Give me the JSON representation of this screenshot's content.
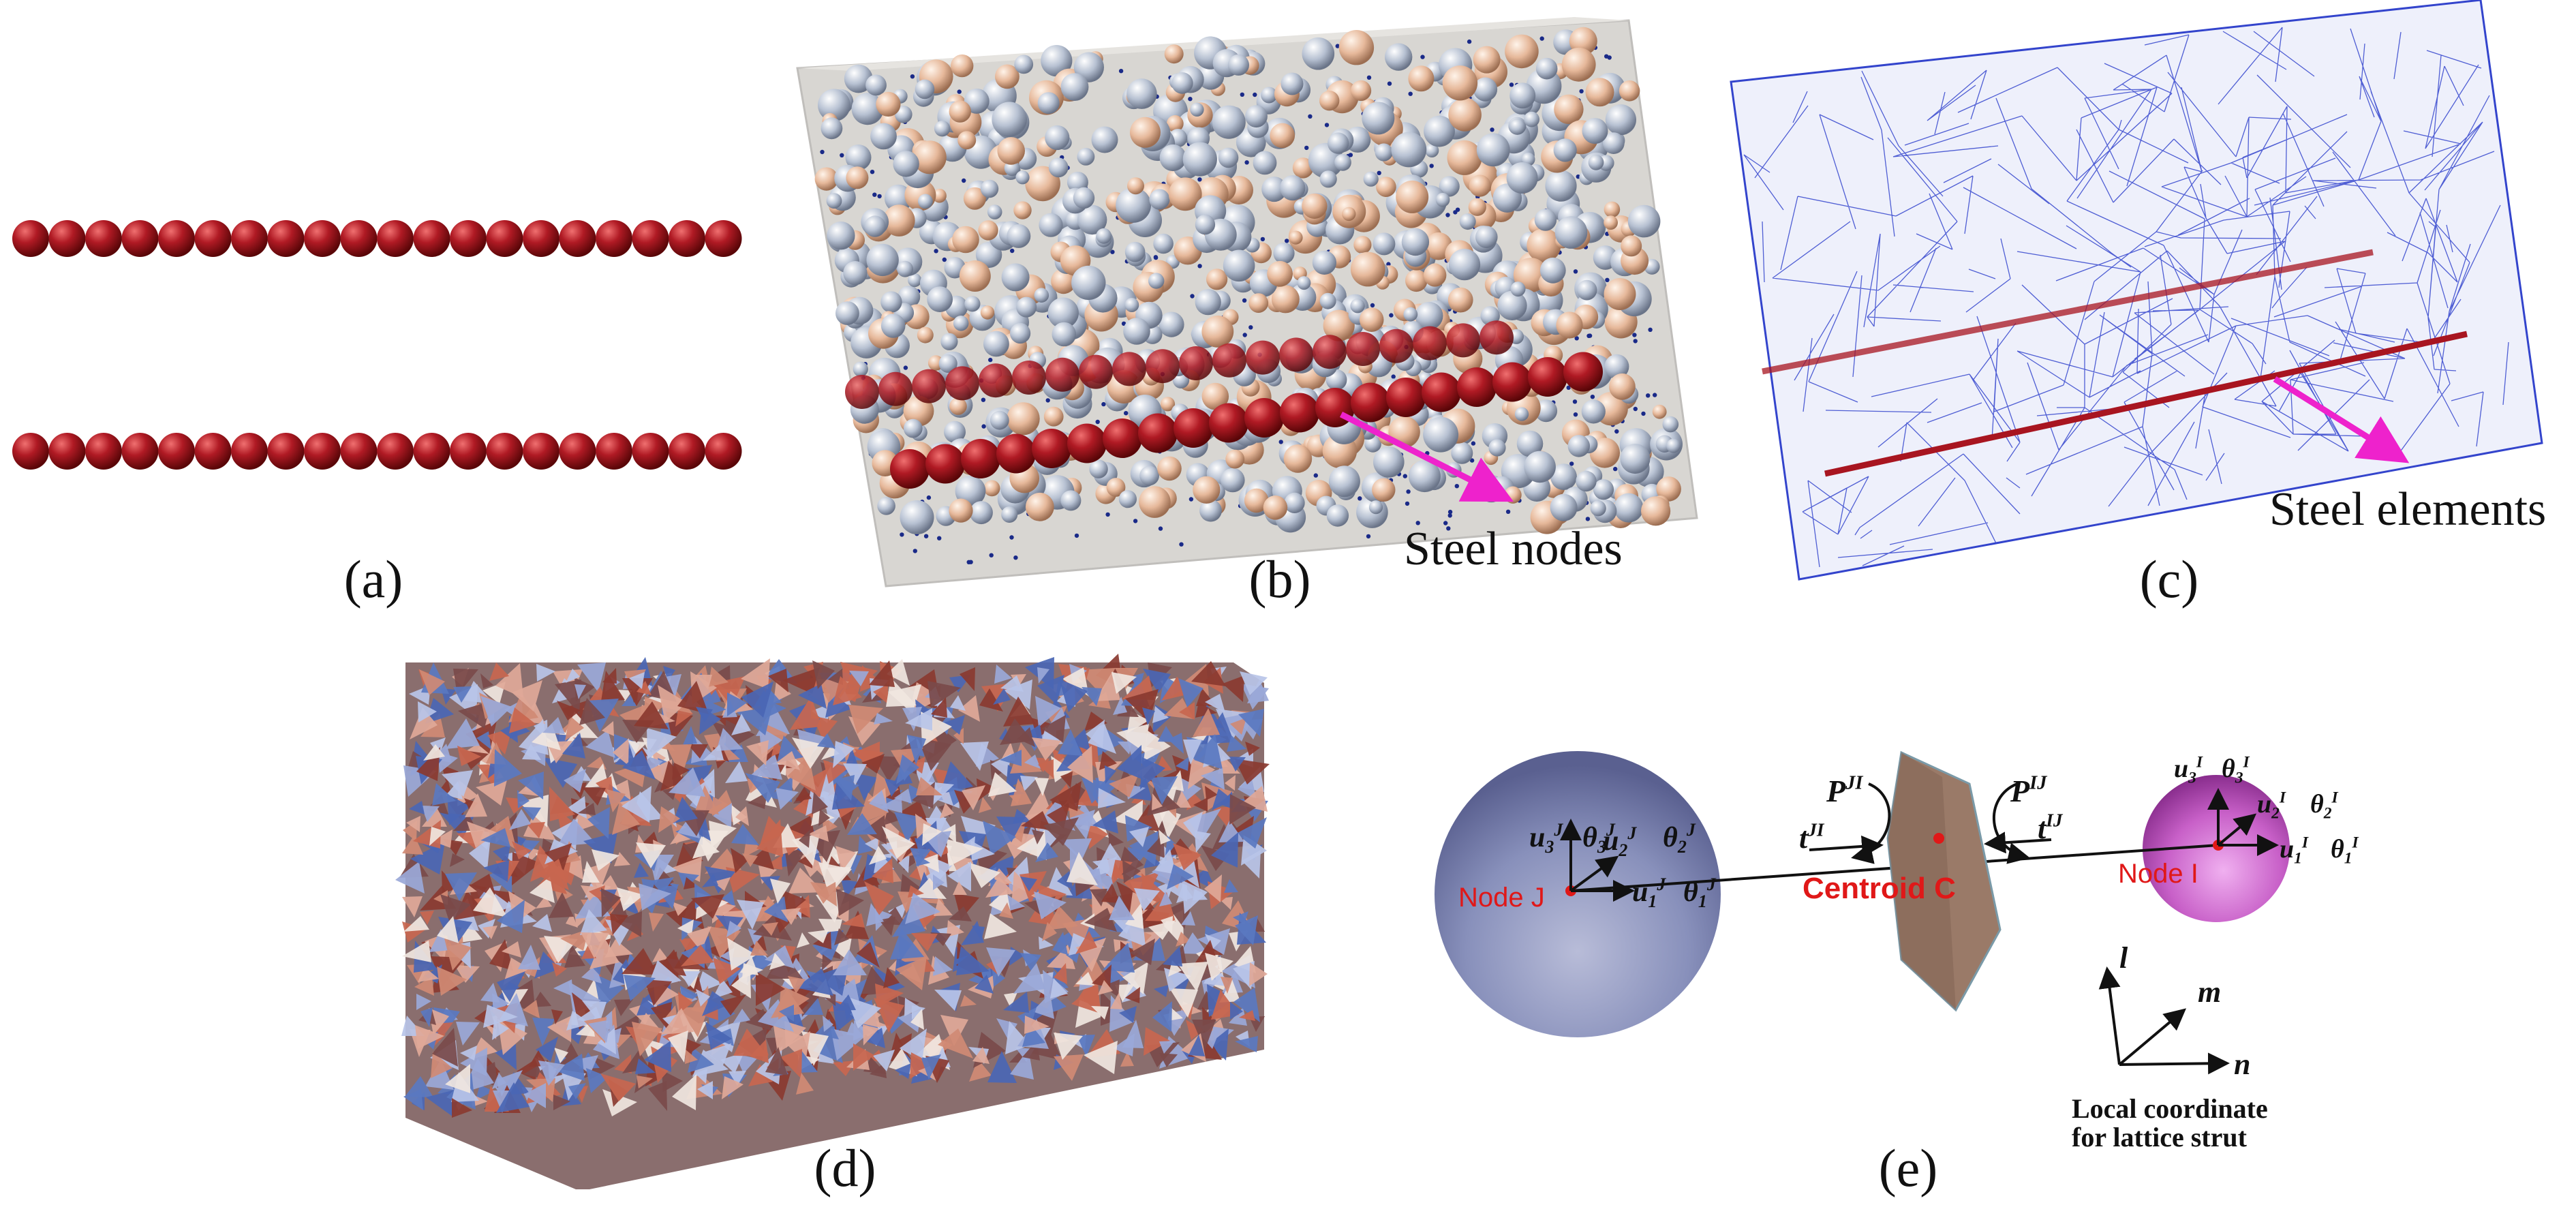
{
  "panels": {
    "a": {
      "caption": "(a)"
    },
    "b": {
      "caption": "(b)",
      "label": "Steel nodes"
    },
    "c": {
      "caption": "(c)",
      "label": "Steel elements"
    },
    "d": {
      "caption": "(d)"
    },
    "e": {
      "caption": "(e)",
      "node_j": "Node J",
      "node_i": "Node I",
      "centroid": "Centroid C",
      "coord_caption_line1": "Local coordinate",
      "coord_caption_line2": "for lattice strut",
      "axis_l": "l",
      "axis_m": "m",
      "axis_n": "n",
      "P_JI": "P",
      "P_JI_sup": "JI",
      "P_IJ": "P",
      "P_IJ_sup": "IJ",
      "t_JI": "t",
      "t_JI_sup": "JI",
      "t_IJ": "t",
      "t_IJ_sup": "IJ",
      "j_u3": "u",
      "j_u3_sub": "3",
      "j_u3_sup": "J",
      "j_th3": "θ",
      "j_th3_sub": "3",
      "j_th3_sup": "J",
      "j_u2": "u",
      "j_u2_sub": "2",
      "j_u2_sup": "J",
      "j_th2": "θ",
      "j_th2_sub": "2",
      "j_th2_sup": "J",
      "j_u1": "u",
      "j_u1_sub": "1",
      "j_u1_sup": "J",
      "j_th1": "θ",
      "j_th1_sub": "1",
      "j_th1_sup": "J",
      "i_u3": "u",
      "i_u3_sub": "3",
      "i_u3_sup": "I",
      "i_th3": "θ",
      "i_th3_sub": "3",
      "i_th3_sup": "I",
      "i_u2": "u",
      "i_u2_sub": "2",
      "i_u2_sup": "I",
      "i_th2": "θ",
      "i_th2_sub": "2",
      "i_th2_sup": "I",
      "i_u1": "u",
      "i_u1_sub": "1",
      "i_u1_sup": "I",
      "i_th1": "θ",
      "i_th1_sub": "1",
      "i_th1_sup": "I"
    }
  },
  "colors": {
    "steel": "#a81520",
    "arrow_magenta": "#ee22cc",
    "mesh_blue": "#3344cc",
    "sphere_j": "#8890bb",
    "sphere_i": "#c860c8",
    "facet": "#9a7a68",
    "label_red": "#e01818"
  }
}
